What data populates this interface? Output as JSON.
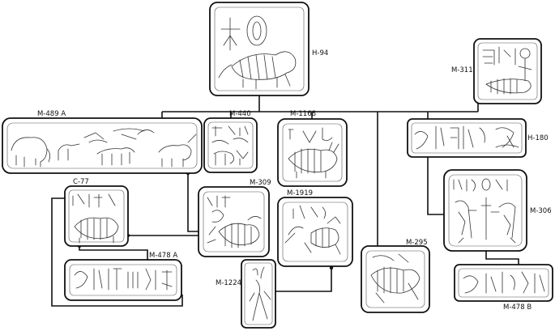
{
  "seals": [
    {
      "id": "H-94",
      "label": "H-94"
    },
    {
      "id": "M-311",
      "label": "M-311"
    },
    {
      "id": "M-489 A",
      "label": "M-489 A"
    },
    {
      "id": "M-440",
      "label": "M-440"
    },
    {
      "id": "M-1168",
      "label": "M-1168"
    },
    {
      "id": "H-180",
      "label": "H-180"
    },
    {
      "id": "C-77",
      "label": "C-77"
    },
    {
      "id": "M-309",
      "label": "M-309"
    },
    {
      "id": "M-1919",
      "label": "M-1919"
    },
    {
      "id": "M-306",
      "label": "M-306"
    },
    {
      "id": "M-478 A",
      "label": "M-478 A"
    },
    {
      "id": "M-1224",
      "label": "M-1224"
    },
    {
      "id": "M-295",
      "label": "M-295"
    },
    {
      "id": "M-478 B",
      "label": "M-478 B"
    }
  ]
}
